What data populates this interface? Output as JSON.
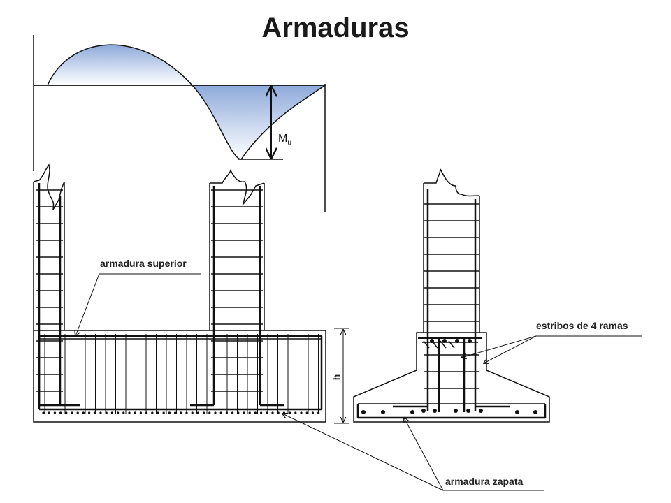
{
  "title": "Armaduras",
  "labels": {
    "moment": "M",
    "moment_subscript": "u",
    "armadura_superior": "armadura superior",
    "estribos": "estribos de 4 ramas",
    "armadura_zapata": "armadura zapata",
    "height": "h"
  },
  "colors": {
    "moment_fill_top": "#8eaadb",
    "moment_fill_bottom": "#ffffff",
    "line": "#111111"
  }
}
